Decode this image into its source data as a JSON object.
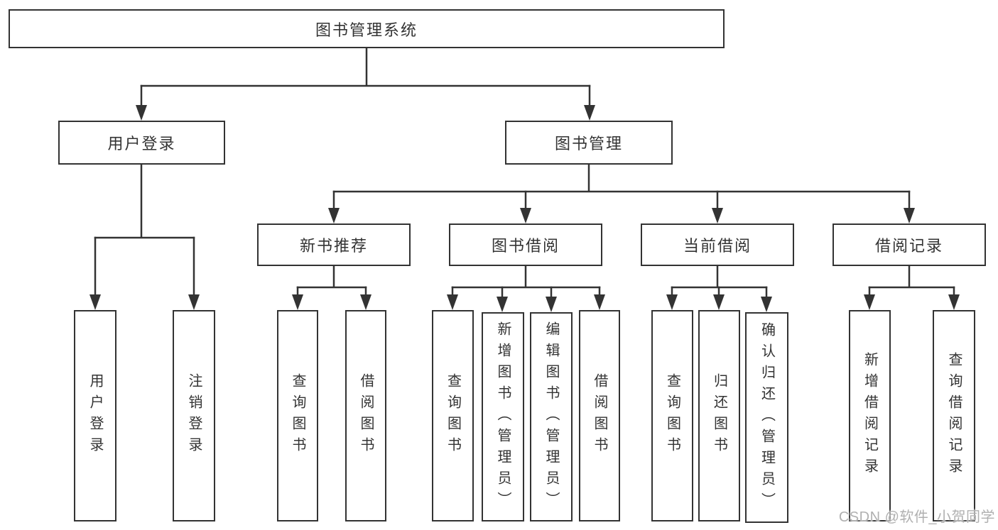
{
  "tree": {
    "label": "图书管理系统",
    "children": [
      {
        "label": "用户登录",
        "children": [
          {
            "label": "用户登录"
          },
          {
            "label": "注销登录"
          }
        ]
      },
      {
        "label": "图书管理",
        "children": [
          {
            "label": "新书推荐",
            "children": [
              {
                "label": "查询图书"
              },
              {
                "label": "借阅图书"
              }
            ]
          },
          {
            "label": "图书借阅",
            "children": [
              {
                "label": "查询图书"
              },
              {
                "label": "新增图书（管理员）"
              },
              {
                "label": "编辑图书（管理员）"
              },
              {
                "label": "借阅图书"
              }
            ]
          },
          {
            "label": "当前借阅",
            "children": [
              {
                "label": "查询图书"
              },
              {
                "label": "归还图书"
              },
              {
                "label": "确认归还（管理员）"
              }
            ]
          },
          {
            "label": "借阅记录",
            "children": [
              {
                "label": "新增借阅记录"
              },
              {
                "label": "查询借阅记录"
              }
            ]
          }
        ]
      }
    ]
  },
  "watermark": {
    "text": "CSDN @软件_小贺同学"
  },
  "colors": {
    "line": "#333333",
    "box_border": "#333333",
    "text": "#333333",
    "box_background": "#ffffff",
    "watermark": "#b0b0b0"
  }
}
